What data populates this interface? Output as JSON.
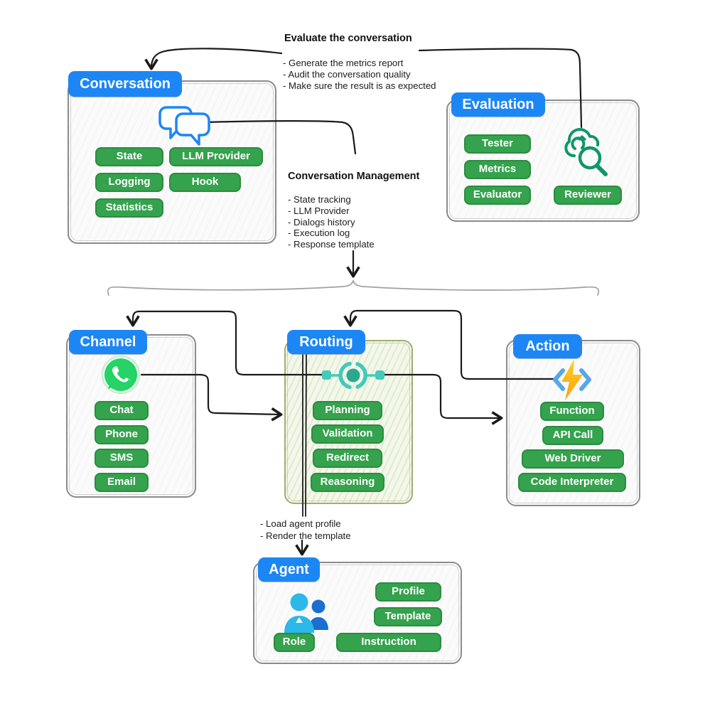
{
  "colors": {
    "header_blue": "#1d86f5",
    "pill_green": "#35a24d",
    "pill_border_green": "#2b8c41",
    "routing_box_fill": "#f3f8ea",
    "routing_teal": "#43cabb",
    "whatsapp_green": "#25d366",
    "bolt_yellow": "#ffc91f",
    "chevron_blue": "#58a7e8",
    "cloud_green": "#11966b",
    "connector_black": "#1a1a1a",
    "brace_gray": "#a0a0a0"
  },
  "annotations": {
    "evaluate": {
      "title": "Evaluate the conversation",
      "bullets": [
        "- Generate the metrics report",
        "- Audit the conversation quality",
        "- Make sure the result is as expected"
      ]
    },
    "management": {
      "title": "Conversation Management",
      "bullets": [
        "- State tracking",
        "- LLM Provider",
        "- Dialogs history",
        "- Execution log",
        "- Response template"
      ]
    },
    "agent_note": {
      "bullets": [
        "- Load agent profile",
        "- Render the template"
      ]
    }
  },
  "nodes": {
    "conversation": {
      "title": "Conversation",
      "icon": "chat-bubbles-icon",
      "items": [
        "State",
        "LLM Provider",
        "Logging",
        "Hook",
        "Statistics"
      ]
    },
    "evaluation": {
      "title": "Evaluation",
      "icon": "cloud-search-icon",
      "items": [
        "Tester",
        "Metrics",
        "Evaluator",
        "Reviewer"
      ]
    },
    "channel": {
      "title": "Channel",
      "icon": "whatsapp-icon",
      "items": [
        "Chat",
        "Phone",
        "SMS",
        "Email"
      ]
    },
    "routing": {
      "title": "Routing",
      "icon": "routing-hub-icon",
      "items": [
        "Planning",
        "Validation",
        "Redirect",
        "Reasoning"
      ]
    },
    "action": {
      "title": "Action",
      "icon": "lightning-code-icon",
      "items": [
        "Function",
        "API Call",
        "Web Driver",
        "Code Interpreter"
      ]
    },
    "agent": {
      "title": "Agent",
      "icon": "users-icon",
      "items": [
        "Profile",
        "Template",
        "Role",
        "Instruction"
      ]
    }
  }
}
